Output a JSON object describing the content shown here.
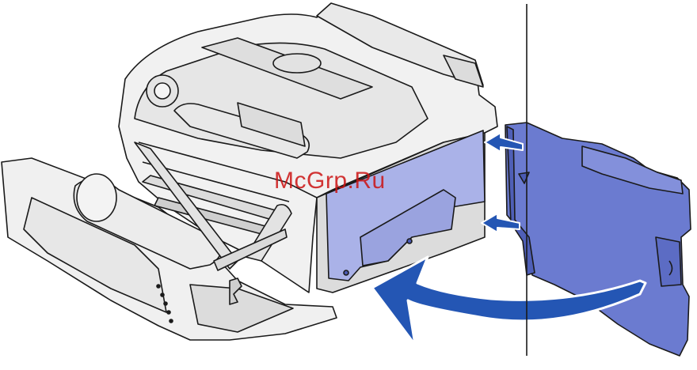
{
  "illustration": {
    "subject": "printer-side-cover-removal",
    "colors": {
      "outline": "#1a1a1a",
      "printer_body": "#f1f1f1",
      "printer_shadow": "#d9d9d9",
      "cover_panel_light": "#aab2e8",
      "cover_panel_dark": "#6b7bd0",
      "cover_panel_edge": "#2b3a8c",
      "arrow_fill": "#2456b4",
      "divider": "#1a1a1a"
    },
    "icons": [
      "printer-illustration",
      "side-cover-panel",
      "curved-arrow",
      "insertion-arrow"
    ]
  },
  "watermark": {
    "text": "McGrp.Ru",
    "color": "#cc1414"
  }
}
